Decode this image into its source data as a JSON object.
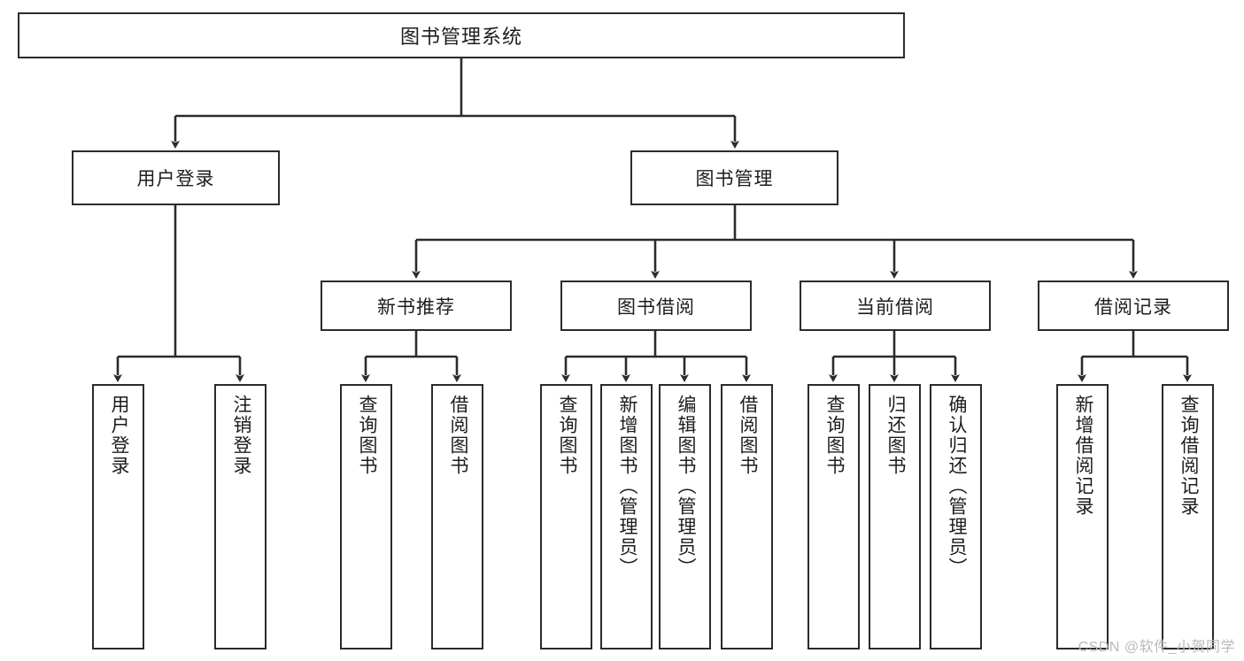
{
  "diagram": {
    "title": "图书管理系统",
    "type": "tree-hierarchy",
    "watermark": "CSDN @软件_小贺同学",
    "colors": {
      "box_border": "#2b2b2b",
      "box_fill": "#ffffff",
      "connector": "#2b2b2b",
      "text": "#1d1d1d",
      "watermark": "#b9b9b9"
    },
    "root": {
      "label": "图书管理系统"
    },
    "level1": [
      {
        "label": "用户登录"
      },
      {
        "label": "图书管理"
      }
    ],
    "level2": [
      {
        "label": "新书推荐"
      },
      {
        "label": "图书借阅"
      },
      {
        "label": "当前借阅"
      },
      {
        "label": "借阅记录"
      }
    ],
    "leaves": {
      "user_login": [
        {
          "label": "用户登录"
        },
        {
          "label": "注销登录"
        }
      ],
      "new_book_recommend": [
        {
          "label": "查询图书"
        },
        {
          "label": "借阅图书"
        }
      ],
      "book_borrow": [
        {
          "label": "查询图书"
        },
        {
          "label": "新增图书（管理员）"
        },
        {
          "label": "编辑图书（管理员）"
        },
        {
          "label": "借阅图书"
        }
      ],
      "current_borrow": [
        {
          "label": "查询图书"
        },
        {
          "label": "归还图书"
        },
        {
          "label": "确认归还（管理员）"
        }
      ],
      "borrow_record": [
        {
          "label": "新增借阅记录"
        },
        {
          "label": "查询借阅记录"
        }
      ]
    }
  }
}
